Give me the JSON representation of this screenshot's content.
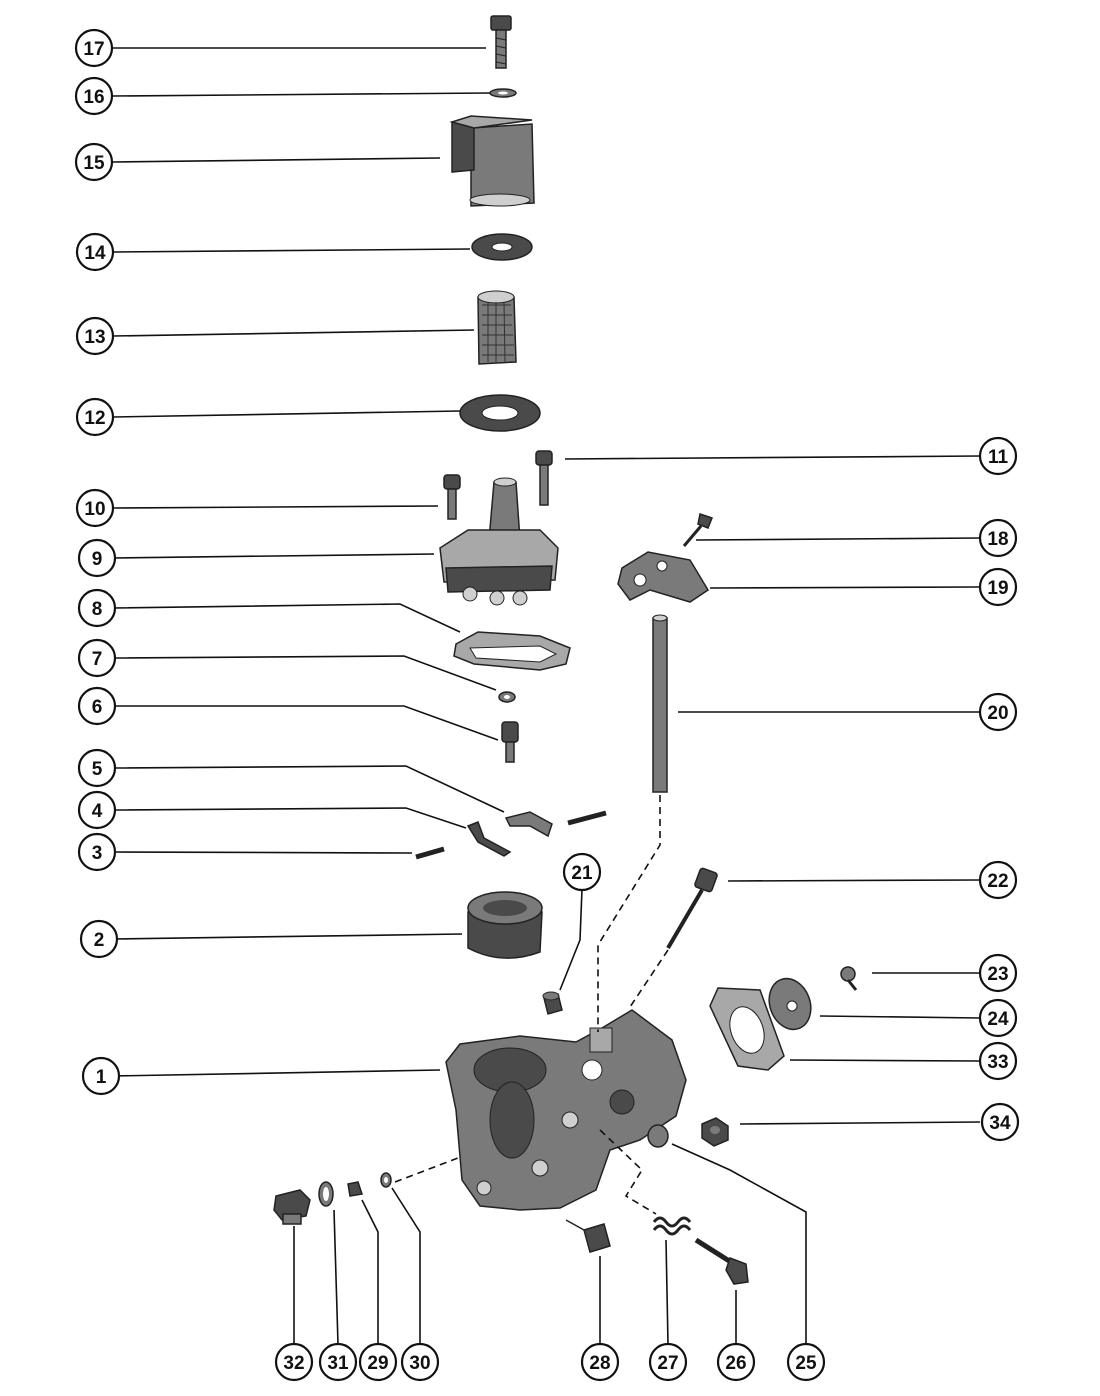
{
  "callouts": [
    {
      "id": "17",
      "label": "17"
    },
    {
      "id": "16",
      "label": "16"
    },
    {
      "id": "15",
      "label": "15"
    },
    {
      "id": "14",
      "label": "14"
    },
    {
      "id": "13",
      "label": "13"
    },
    {
      "id": "12",
      "label": "12"
    },
    {
      "id": "11",
      "label": "11"
    },
    {
      "id": "10",
      "label": "10"
    },
    {
      "id": "9",
      "label": "9"
    },
    {
      "id": "18",
      "label": "18"
    },
    {
      "id": "19",
      "label": "19"
    },
    {
      "id": "8",
      "label": "8"
    },
    {
      "id": "7",
      "label": "7"
    },
    {
      "id": "6",
      "label": "6"
    },
    {
      "id": "20",
      "label": "20"
    },
    {
      "id": "5",
      "label": "5"
    },
    {
      "id": "4",
      "label": "4"
    },
    {
      "id": "3",
      "label": "3"
    },
    {
      "id": "21",
      "label": "21"
    },
    {
      "id": "22",
      "label": "22"
    },
    {
      "id": "2",
      "label": "2"
    },
    {
      "id": "23",
      "label": "23"
    },
    {
      "id": "24",
      "label": "24"
    },
    {
      "id": "33",
      "label": "33"
    },
    {
      "id": "1",
      "label": "1"
    },
    {
      "id": "34",
      "label": "34"
    },
    {
      "id": "32",
      "label": "32"
    },
    {
      "id": "31",
      "label": "31"
    },
    {
      "id": "29",
      "label": "29"
    },
    {
      "id": "30",
      "label": "30"
    },
    {
      "id": "28",
      "label": "28"
    },
    {
      "id": "27",
      "label": "27"
    },
    {
      "id": "26",
      "label": "26"
    },
    {
      "id": "25",
      "label": "25"
    }
  ]
}
